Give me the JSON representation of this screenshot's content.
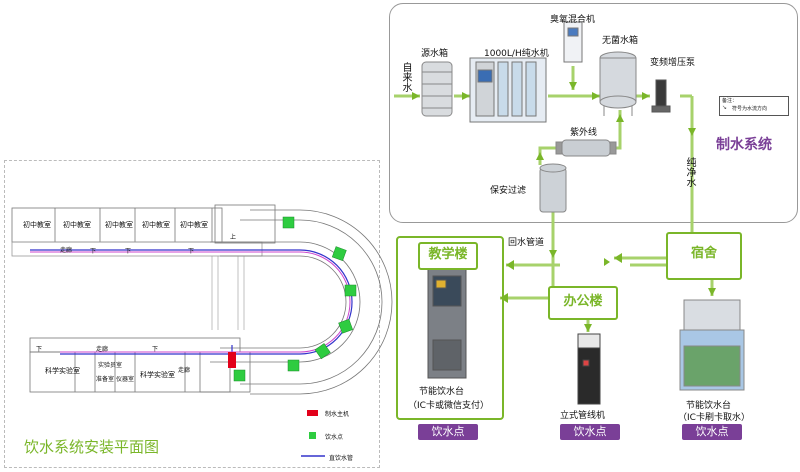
{
  "plan": {
    "title": "饮水系统安装平面图",
    "room_labels": [
      "初中教室",
      "初中教室",
      "初中教室",
      "初中教室",
      "初中教室",
      "科学实验室",
      "实验员室",
      "准备室",
      "仪器室",
      "科学实验室",
      "走廊",
      "走廊",
      "走廊"
    ],
    "legend": [
      {
        "label": "制水主机",
        "color": "#e2001a"
      },
      {
        "label": "饮水点",
        "color": "#2ecc40"
      },
      {
        "label": "直饮水管",
        "color": "#3333cc"
      }
    ],
    "down_marks": [
      "下",
      "下",
      "下",
      "下",
      "下"
    ],
    "up_mark": "上"
  },
  "system": {
    "title": "制水系统",
    "labels": {
      "tap_water": "自来水",
      "source_tank": "源水箱",
      "ro_machine": "1000L/H纯水机",
      "ozone_mixer": "臭氧混合机",
      "sterile_tank": "无菌水箱",
      "vfd_pump": "变频增压泵",
      "uv_lamp": "紫外线",
      "security_filter": "保安过滤",
      "pure_water": "纯净水",
      "return_pipe": "回水管道"
    },
    "note_title": "备注：",
    "note_text": "符号为水流方向"
  },
  "buildings": {
    "teaching": "教学楼",
    "office": "办公楼",
    "dorm": "宿舍"
  },
  "dispensers": [
    {
      "caption": "节能饮水台",
      "sub": "（IC卡或微信支付）",
      "badge": "饮水点"
    },
    {
      "caption": "立式管线机",
      "sub": "",
      "badge": "饮水点"
    },
    {
      "caption": "节能饮水台",
      "sub": "（IC卡刷卡取水）",
      "badge": "饮水点"
    }
  ],
  "colors": {
    "accent_green": "#7ab629",
    "accent_purple": "#7a3f97",
    "host_red": "#e2001a",
    "point_green": "#2ecc40",
    "pipe_blue": "#3333cc"
  }
}
